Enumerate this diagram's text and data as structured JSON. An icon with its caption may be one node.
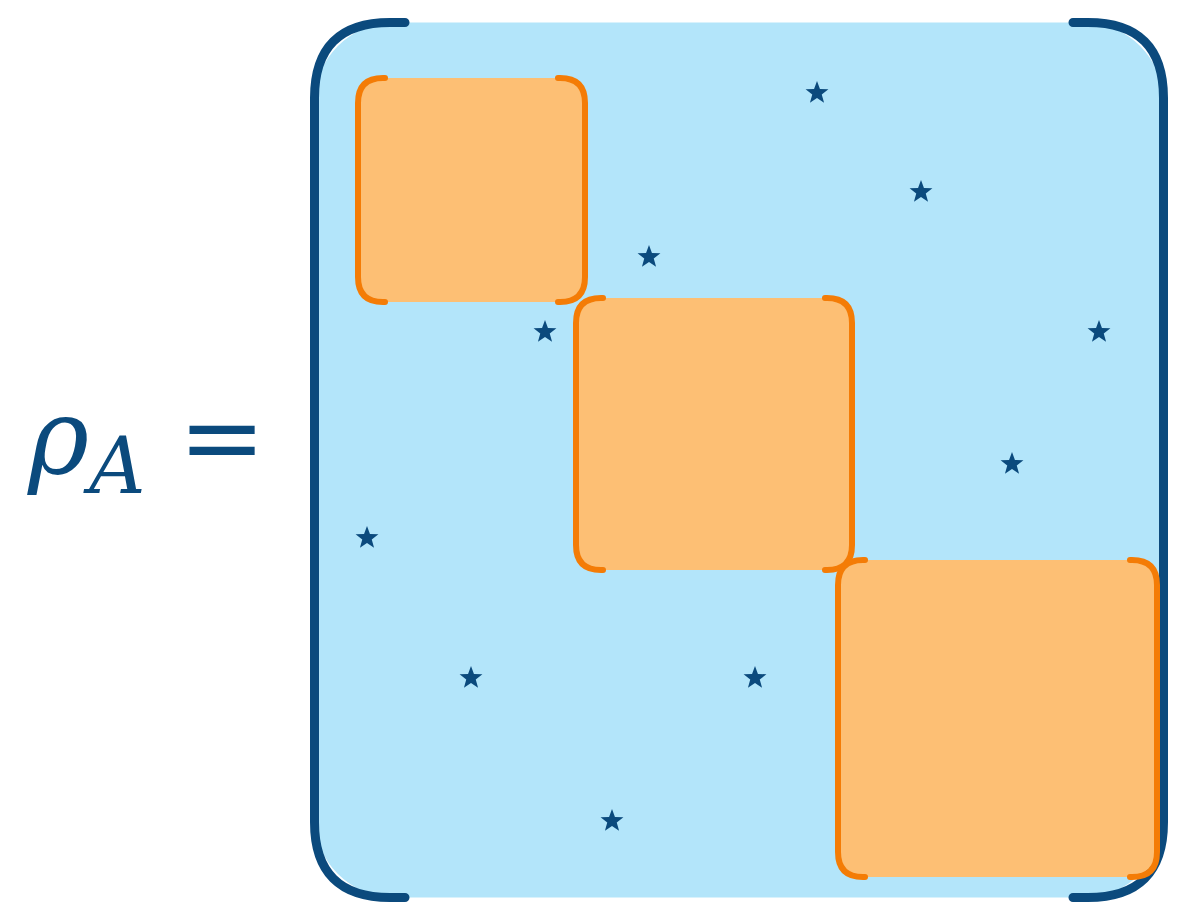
{
  "diagram": {
    "nodes": [
      {
        "text": [],
        "shape": "box"
      },
      {
        "text": [],
        "shape": "box",
        "in": 0
      },
      {
        "text": [],
        "shape": "box",
        "in": 0
      },
      {
        "text": [],
        "shape": "box",
        "in": 0
      }
    ],
    "labels": [
      "ρ$_{A}$ ="
    ]
  }
}
